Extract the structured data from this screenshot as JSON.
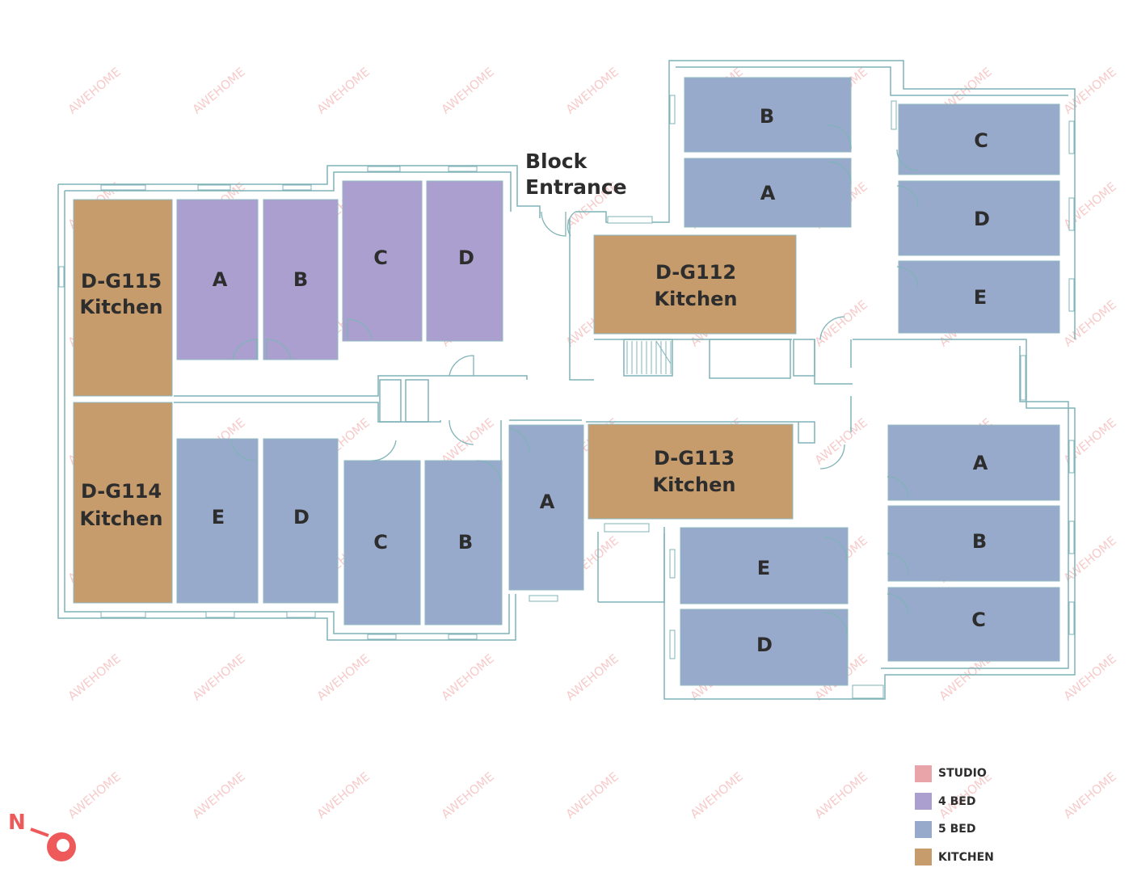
{
  "entrance": {
    "line1": "Block",
    "line2": "Entrance"
  },
  "kitchens": {
    "g115": {
      "line1": "D-G115",
      "line2": "Kitchen"
    },
    "g114": {
      "line1": "D-G114",
      "line2": "Kitchen"
    },
    "g112": {
      "line1": "D-G112",
      "line2": "Kitchen"
    },
    "g113": {
      "line1": "D-G113",
      "line2": "Kitchen"
    }
  },
  "rooms": {
    "g115": [
      "A",
      "B",
      "C",
      "D"
    ],
    "g114": [
      "E",
      "D",
      "C",
      "B",
      "A"
    ],
    "g112": [
      "B",
      "A",
      "C",
      "D",
      "E"
    ],
    "g113": [
      "A",
      "B",
      "C",
      "E",
      "D"
    ]
  },
  "legend": [
    {
      "label": "STUDIO",
      "color": "#e8a4a8"
    },
    {
      "label": "4 BED",
      "color": "#ab9fcf"
    },
    {
      "label": "5 BED",
      "color": "#98aacb"
    },
    {
      "label": "KITCHEN",
      "color": "#c69c6d"
    }
  ],
  "watermark": "AWEHOME",
  "compass": {
    "label": "N"
  },
  "colors": {
    "wall": "#7fb3b8",
    "studio": "#e8a4a8",
    "four_bed": "#ab9fcf",
    "five_bed": "#98aacb",
    "kitchen": "#c69c6d"
  }
}
